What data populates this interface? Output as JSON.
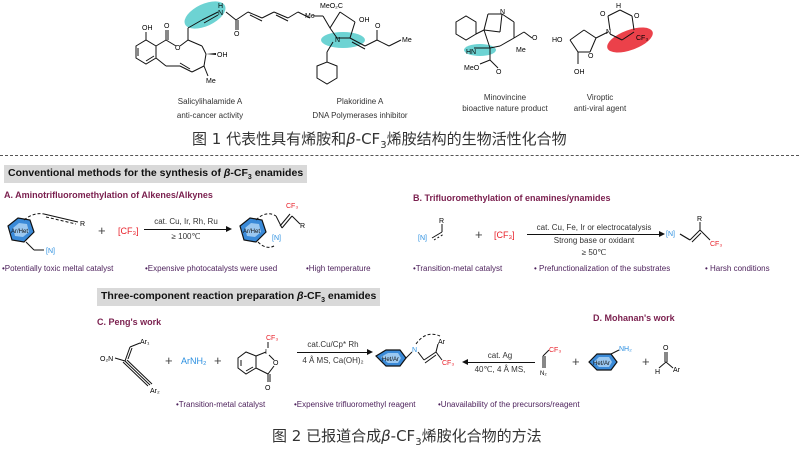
{
  "figure1": {
    "compounds": [
      {
        "name": "Salicylihalamide A",
        "activity": "anti-cancer activity",
        "highlight": "teal",
        "labels": [
          "OH",
          "O",
          "O",
          "H",
          "N",
          "O",
          "OH",
          "Me"
        ]
      },
      {
        "name": "Plakoridine A",
        "activity": "DNA Polymerases inhibitor",
        "highlight": "teal",
        "labels": [
          "MeO₂C",
          "Me",
          "OH",
          "N",
          "O",
          "Me"
        ]
      },
      {
        "name": "Minovincine",
        "activity": "bioactive nature product",
        "highlight": "teal",
        "labels": [
          "N",
          "HN",
          "MeO",
          "O",
          "O",
          "Me"
        ]
      },
      {
        "name": "Viroptic",
        "activity": "anti-viral agent",
        "highlight": "red",
        "labels": [
          "H",
          "N",
          "O",
          "O",
          "N",
          "HO",
          "O",
          "OH",
          "CF₃"
        ]
      }
    ],
    "title_pre": "图 1 代表性具有烯胺和",
    "title_beta": "β",
    "title_cf": "-CF",
    "title_sub": "3",
    "title_post": "烯胺结构的生物活性化合物"
  },
  "conventional": {
    "header_pre": "Conventional methods for  the synthesis of ",
    "header_beta": "β",
    "header_post": "-CF",
    "header_sub": "3",
    "header_end": " enamides",
    "A": {
      "title": "A. Aminotrifluoromethylation of Alkenes/Alkynes",
      "reagent": "[CF₃]",
      "plus": "+",
      "cond_top": "cat. Cu, Ir, Rh, Ru",
      "cond_bottom": "≥ 100℃",
      "substrate_ring": "Ar/Het",
      "substrate_N": "[N]",
      "substrate_R": "R",
      "product_ring": "Ar/Het",
      "product_N": "[N]",
      "product_CF3": "CF₃",
      "product_R": "R",
      "bullets": [
        "•Potentially toxic  meltal catalyst",
        "•Expensive photocatalysts were used",
        "•High temperature"
      ]
    },
    "B": {
      "title": "B. Trifluoromethylation of enamines/ynamides",
      "substrate_N": "[N]",
      "substrate_R": "R",
      "plus": "+",
      "reagent": "[CF₃]",
      "cond_top": "cat. Cu, Fe, Ir or electrocatalysis",
      "cond_mid": "Strong base or oxidant",
      "cond_bottom": "≥ 50℃",
      "product_N": "[N]",
      "product_R": "R",
      "product_CF3": "CF₃",
      "bullets": [
        "•Transition-metal catalyst",
        "• Prefunctionalization of the substrates",
        "• Harsh conditions"
      ]
    }
  },
  "three_component": {
    "header_pre": "Three-component reaction preparation ",
    "header_beta": "β",
    "header_post": "-CF",
    "header_sub": "3",
    "header_end": " enamides",
    "C": {
      "title": "C. Peng's work",
      "sub1_labels": [
        "O₂N",
        "Ar₁",
        "Ar₂"
      ],
      "plus": "+",
      "amine": "ArNH₂",
      "togni_labels": [
        "CF₃",
        "I",
        "O",
        "O"
      ],
      "cond_top": "cat.Cu/Cp* Rh",
      "cond_bottom": "4 Å MS, Ca(OH)₂",
      "bullets": [
        "•Transition-metal catalyst",
        "•Expensive trifluoromethyl reagent",
        "•Unavailability of the precursors/reagent"
      ]
    },
    "product": {
      "ring": "Het/Ar",
      "N": "N",
      "Ar": "Ar",
      "CF3": "CF₃"
    },
    "D": {
      "title": "D. Mohanan's work",
      "cond_top": "cat. Ag",
      "cond_bottom": "40℃, 4 Å MS,",
      "diazo_labels": [
        "CF₃",
        "N₂"
      ],
      "plus": "+",
      "aniline_ring": "Het/Ar",
      "aniline_NH2": "NH₂",
      "aldehyde_labels": [
        "O",
        "H",
        "Ar"
      ]
    }
  },
  "figure2": {
    "title_pre": "图 2  已报道合成",
    "title_beta": "β",
    "title_cf": "-CF",
    "title_sub": "3",
    "title_post": "烯胺化合物的方法"
  },
  "colors": {
    "teal_highlight": "#3cc4c4",
    "red_highlight": "#e8202a",
    "cf3_red": "#e8202a",
    "nitrogen_blue": "#2a8fe0",
    "section_title": "#7a1f4e",
    "bullet_text": "#4b1f5a",
    "header_bg": "#d9d9d9",
    "ring_blue": "#3a8ad8"
  }
}
